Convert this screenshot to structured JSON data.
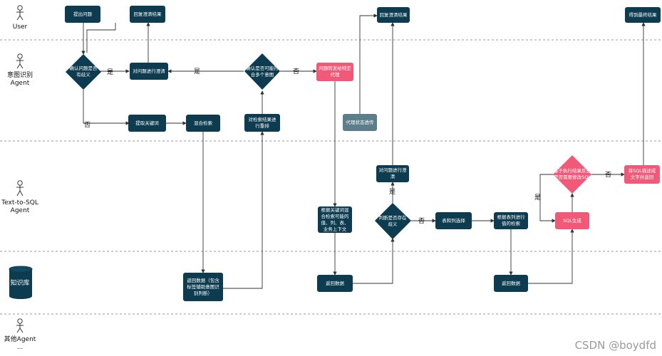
{
  "lanes": {
    "user": "User",
    "intent_line1": "意图识别",
    "intent_line2": "Agent",
    "t2s_line1": "Text-to-SQL",
    "t2s_line2": "Agent",
    "kb": "知识库",
    "other_line1": "其他Agent",
    "other_line2": "..."
  },
  "nodes": {
    "ask": "提出问题",
    "reply1": "回复澄清结果",
    "reply2": "回复澄清结果",
    "final": "得到最终结果",
    "ambiguous": "确认问题是否有歧义",
    "clarify1": "对问题进行澄清",
    "multi_intent": "确认是否可能符合多个意图",
    "forward": "问题转发给特定代理",
    "keywords": "提取关键词",
    "hybrid": "混合检索",
    "rerank": "对检索结果进行重排",
    "state": "代理状态透传",
    "clarify2": "对问题进行澄清",
    "kw_search": "根据关键词混合检索可能的值、列、表、业务上下文",
    "t2s_ambiguous": "判断是否存在歧义",
    "select": "表和列选择",
    "value_search": "根据表列进行值的检索",
    "sql_gen": "SQL生成",
    "sql_fix": "基于执行结果反思是否需要修改SQL",
    "summarize": "将SQL描述成文字并返回",
    "kb_return1": "返回数据（包含标签辅助意图识别判断）",
    "kb_return2": "返回数据",
    "kb_return3": "返回数据"
  },
  "edge_labels": {
    "yes1": "是",
    "yes2": "是",
    "no1": "否",
    "no2": "否",
    "yes3": "是",
    "no3": "否",
    "yes4": "是",
    "no4": "否"
  },
  "colors": {
    "dark": "#0d3b4f",
    "pink": "#f05a78",
    "grey": "#5c7d8a"
  },
  "watermark": "CSDN @boydfd"
}
